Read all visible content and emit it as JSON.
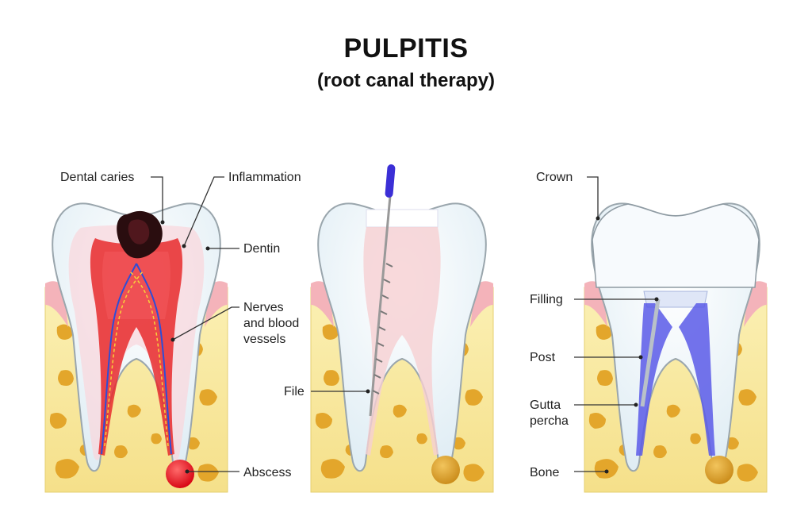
{
  "title": "PULPITIS",
  "subtitle": "(root canal therapy)",
  "labels": {
    "dental_caries": "Dental caries",
    "inflammation": "Inflammation",
    "dentin": "Dentin",
    "nerves_1": "Nerves",
    "nerves_2": "and blood",
    "nerves_3": "vessels",
    "abscess": "Abscess",
    "file": "File",
    "crown": "Crown",
    "filling": "Filling",
    "post": "Post",
    "gutta_1": "Gutta",
    "gutta_2": "percha",
    "bone": "Bone"
  },
  "colors": {
    "bone": "#f7e79a",
    "bone_spots": "#e0a527",
    "gum": "#f4b7bd",
    "enamel": "#eef7fb",
    "pulp_inflamed": "#e8202a",
    "pulp_healthy": "#f6d3d3",
    "file_handle": "#3b2fd6",
    "gutta_percha": "#5a5ae8",
    "abscess": "#e4101c"
  }
}
